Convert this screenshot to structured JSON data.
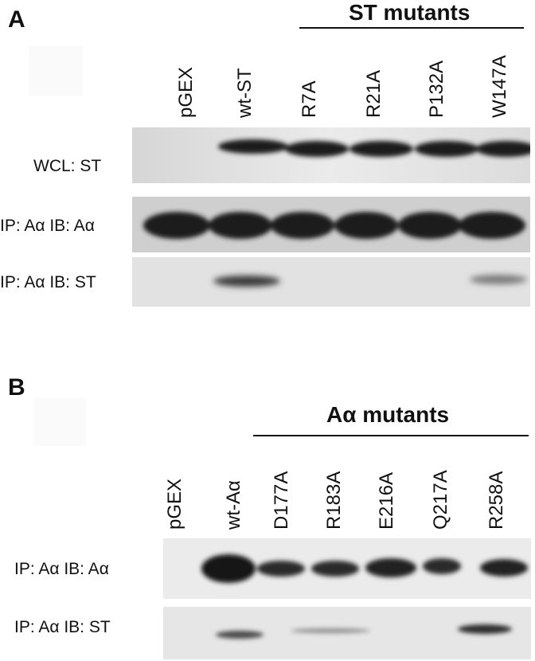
{
  "panelA": {
    "letter": "A",
    "group_title": "ST mutants",
    "lanes": [
      "pGEX",
      "wt-ST",
      "R7A",
      "R21A",
      "P132A",
      "W147A"
    ],
    "rows": [
      "WCL: ST",
      "IP: Aα IB: Aα",
      "IP: Aα IB: ST"
    ]
  },
  "panelB": {
    "letter": "B",
    "group_title": "Aα mutants",
    "lanes": [
      "pGEX",
      "wt-Aα",
      "D177A",
      "R183A",
      "E216A",
      "Q217A",
      "R258A"
    ],
    "rows": [
      "IP: Aα IB: Aα",
      "IP: Aα IB: ST"
    ]
  },
  "colors": {
    "band": "#1a1a1a",
    "blot_background": "#e6e6e6"
  }
}
